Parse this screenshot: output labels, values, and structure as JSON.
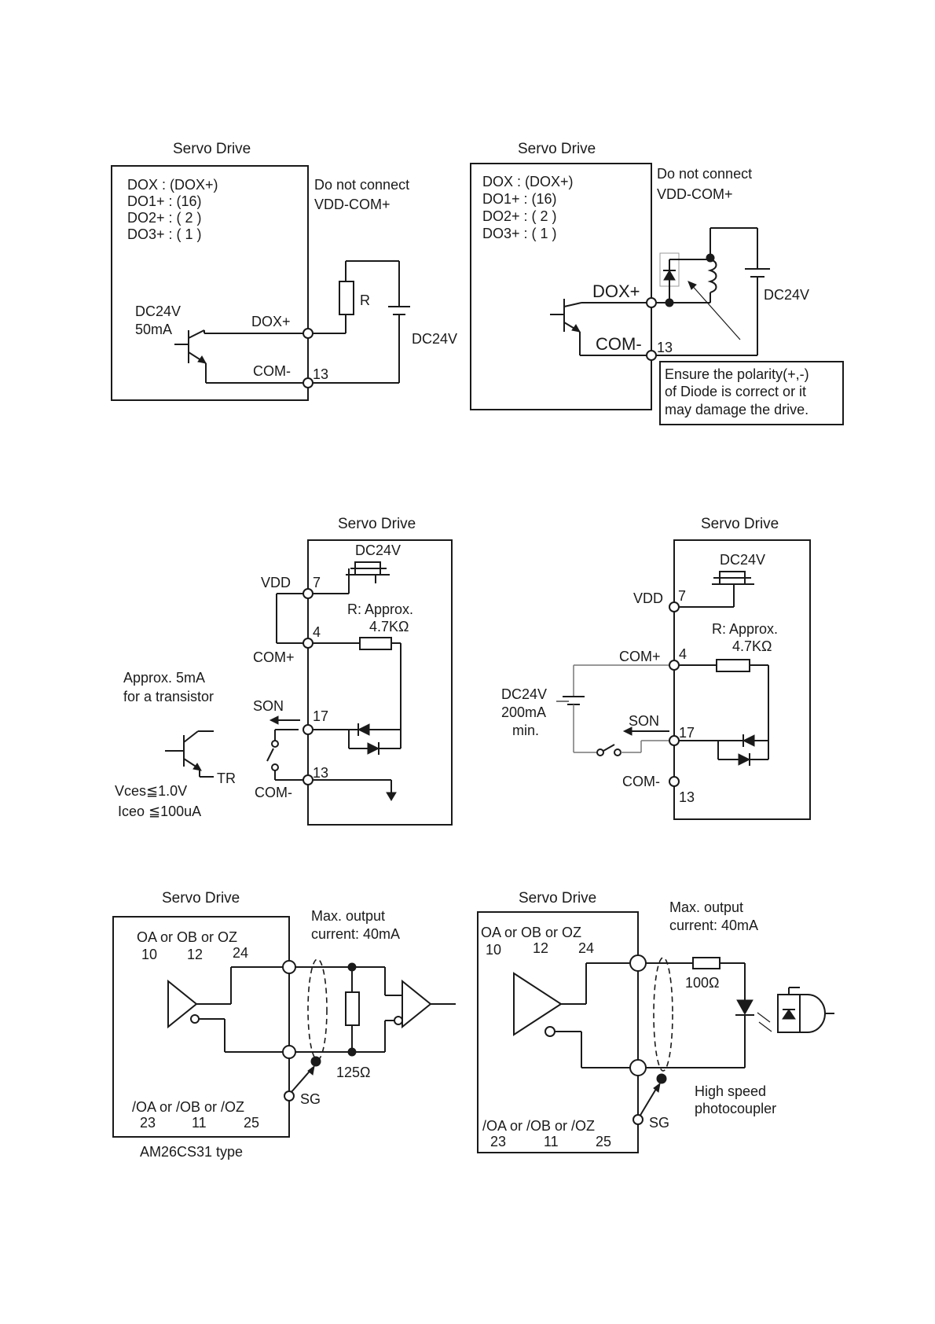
{
  "diagram1": {
    "title": "Servo Drive",
    "pins": [
      "DOX : (DOX+)",
      "DO1+ : (16)",
      "DO2+ : ( 2 )",
      "DO3+ : ( 1 )"
    ],
    "note": [
      "Do not connect",
      "VDD-COM+"
    ],
    "transistor": [
      "DC24V",
      "50mA"
    ],
    "dox": "DOX+",
    "com": "COM-",
    "com_pin": "13",
    "resistor": "R",
    "supply": "DC24V"
  },
  "diagram2": {
    "title": "Servo Drive",
    "pins": [
      "DOX : (DOX+)",
      "DO1+ : (16)",
      "DO2+ : ( 2 )",
      "DO3+ : ( 1 )"
    ],
    "note": [
      "Do not connect",
      "VDD-COM+"
    ],
    "dox": "DOX+",
    "com": "COM-",
    "com_pin": "13",
    "supply": "DC24V",
    "warning": [
      "Ensure the polarity(+,-)",
      "of Diode is correct or it",
      "may damage the drive."
    ]
  },
  "diagram3": {
    "title": "Servo Drive",
    "supply": "DC24V",
    "vdd": "VDD",
    "vdd_pin": "7",
    "com_plus": "COM+",
    "com_plus_pin": "4",
    "r_note": [
      "R: Approx.",
      "4.7KΩ"
    ],
    "son": "SON",
    "son_pin": "17",
    "com_minus": "COM-",
    "com_minus_pin": "13",
    "transistor_note": [
      "Approx. 5mA",
      "for a transistor"
    ],
    "tr": "TR",
    "vces": "Vces≦1.0V",
    "iceo": "Iceo ≦100uA"
  },
  "diagram4": {
    "title": "Servo Drive",
    "supply": "DC24V",
    "vdd": "VDD",
    "vdd_pin": "7",
    "com_plus": "COM+",
    "com_plus_pin": "4",
    "r_note": [
      "R: Approx.",
      "4.7KΩ"
    ],
    "ext_supply": [
      "DC24V",
      "200mA",
      "min."
    ],
    "son": "SON",
    "son_pin": "17",
    "com_minus": "COM-",
    "com_minus_pin": "13"
  },
  "diagram5": {
    "title": "Servo Drive",
    "top_label": "OA or OB or OZ",
    "top_pins": [
      "10",
      "12",
      "24"
    ],
    "max_output": [
      "Max. output",
      "current: 40mA"
    ],
    "resistor": "125Ω",
    "sg": "SG",
    "bottom_label": "/OA or /OB or /OZ",
    "bottom_pins": [
      "23",
      "11",
      "25"
    ],
    "type": "AM26CS31 type"
  },
  "diagram6": {
    "title": "Servo Drive",
    "top_label": "OA or OB or OZ",
    "top_pins": [
      "10",
      "12",
      "24"
    ],
    "max_output": [
      "Max. output",
      "current: 40mA"
    ],
    "resistor": "100Ω",
    "sg": "SG",
    "photocoupler": [
      "High speed",
      "photocoupler"
    ],
    "bottom_label": "/OA or /OB or /OZ",
    "bottom_pins": [
      "23",
      "11",
      "25"
    ]
  }
}
